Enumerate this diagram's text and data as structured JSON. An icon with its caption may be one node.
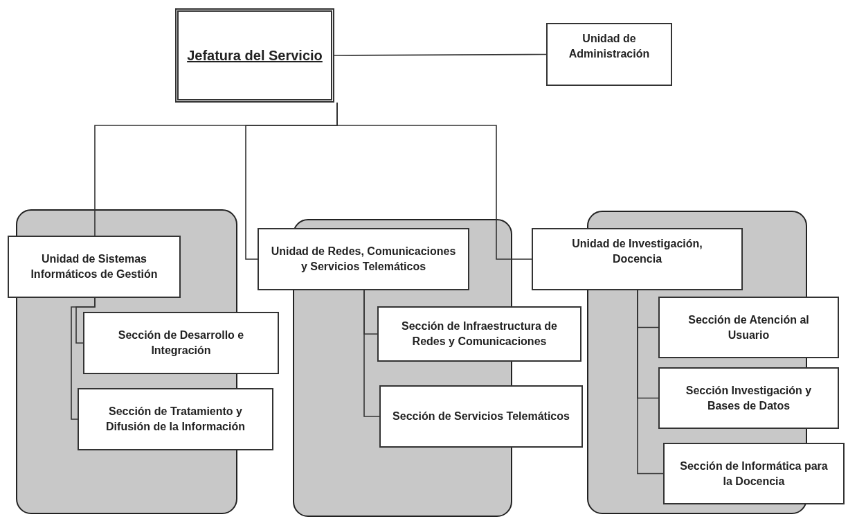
{
  "diagram": {
    "nodes": [
      {
        "text": [
          "Jefatura del Servicio"
        ]
      },
      {
        "text": [
          "Unidad de Administración"
        ]
      },
      {
        "text": [
          "Unidad de Sistemas Informáticos de Gestión"
        ]
      },
      {
        "text": [
          "Sección de Desarrollo e Integración"
        ]
      },
      {
        "text": [
          "Sección de Tratamiento y Difusión de la Información"
        ]
      },
      {
        "text": [
          "Unidad de Redes, Comunicaciones y Servicios Telemáticos"
        ]
      },
      {
        "text": [
          "Sección de Infraestructura de Redes y Comunicaciones"
        ]
      },
      {
        "text": [
          "Sección de Servicios Telemáticos"
        ]
      },
      {
        "text": [
          "Unidad de Investigación, Docencia"
        ]
      },
      {
        "text": [
          "Sección de Atención al Usuario"
        ]
      },
      {
        "text": [
          "Sección Investigación y Bases de Datos"
        ]
      },
      {
        "text": [
          "Sección de Informática para la Docencia"
        ]
      }
    ],
    "edges": [
      {
        "from": 0,
        "to": 1,
        "arrow": "none"
      },
      {
        "from": 0,
        "to": 2,
        "arrow": "none"
      },
      {
        "from": 0,
        "to": 5,
        "arrow": "none"
      },
      {
        "from": 0,
        "to": 8,
        "arrow": "none"
      },
      {
        "from": 2,
        "to": 3,
        "arrow": "none"
      },
      {
        "from": 2,
        "to": 4,
        "arrow": "none"
      },
      {
        "from": 5,
        "to": 6,
        "arrow": "none"
      },
      {
        "from": 5,
        "to": 7,
        "arrow": "none"
      },
      {
        "from": 8,
        "to": 9,
        "arrow": "none"
      },
      {
        "from": 8,
        "to": 10,
        "arrow": "none"
      },
      {
        "from": 8,
        "to": 11,
        "arrow": "none"
      }
    ]
  }
}
